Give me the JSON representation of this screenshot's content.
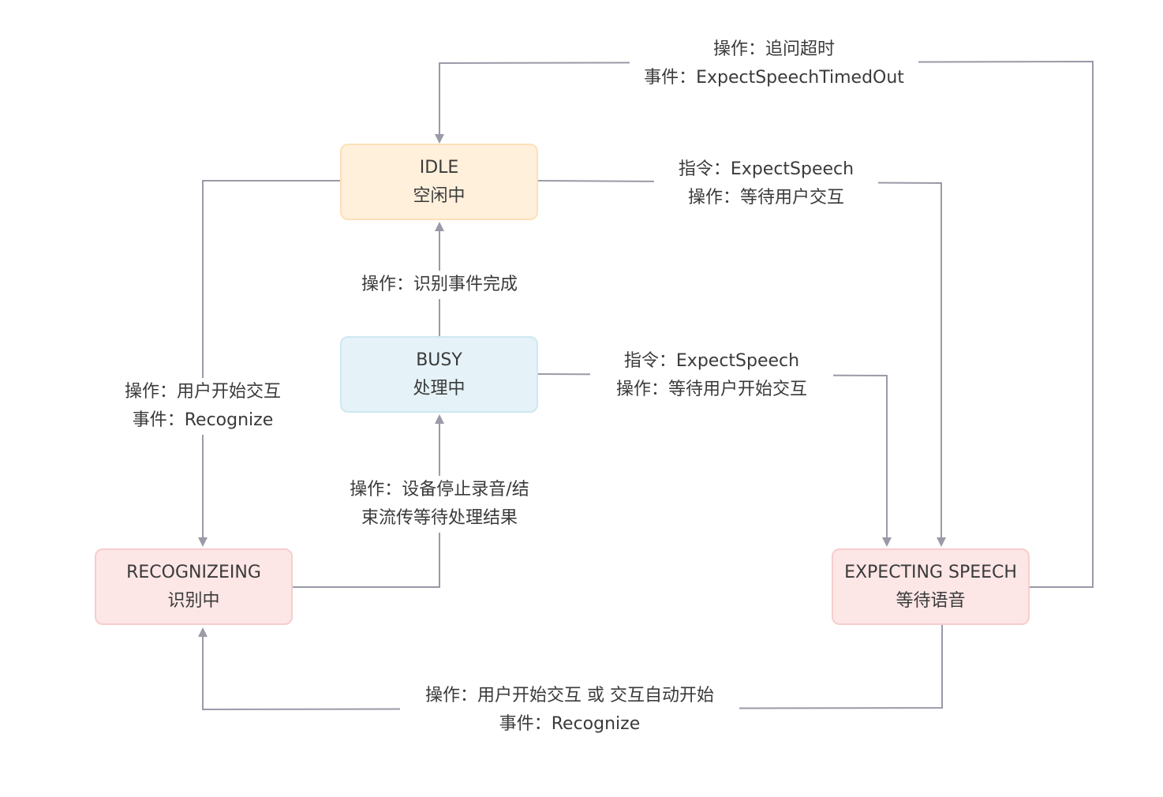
{
  "nodes": {
    "idle": {
      "title": "IDLE",
      "subtitle": "空闲中"
    },
    "busy": {
      "title": "BUSY",
      "subtitle": "处理中"
    },
    "recognizing": {
      "title": "RECOGNIZEING",
      "subtitle": "识别中"
    },
    "expecting": {
      "title": "EXPECTING SPEECH",
      "subtitle": "等待语音"
    }
  },
  "edges": {
    "expect_timeout": {
      "line1": "操作：追问超时",
      "line2": "事件：ExpectSpeechTimedOut"
    },
    "idle_to_expect": {
      "line1": "指令：ExpectSpeech",
      "line2": "操作：等待用户交互"
    },
    "busy_to_idle": {
      "line1": "操作：识别事件完成"
    },
    "busy_to_expect": {
      "line1": "指令：ExpectSpeech",
      "line2": "操作：等待用户开始交互"
    },
    "idle_to_reco": {
      "line1": "操作：用户开始交互",
      "line2": "事件：Recognize"
    },
    "reco_to_busy": {
      "line1": "操作：设备停止录音/结",
      "line2": "束流传等待处理结果"
    },
    "expect_to_reco": {
      "line1": "操作：用户开始交互 或 交互自动开始",
      "line2": "事件：Recognize"
    }
  },
  "colors": {
    "line": "#9a9aa8",
    "idle_fill": "#fff0dc",
    "busy_fill": "#e5f3f9",
    "state_fill": "#fde6e6"
  }
}
